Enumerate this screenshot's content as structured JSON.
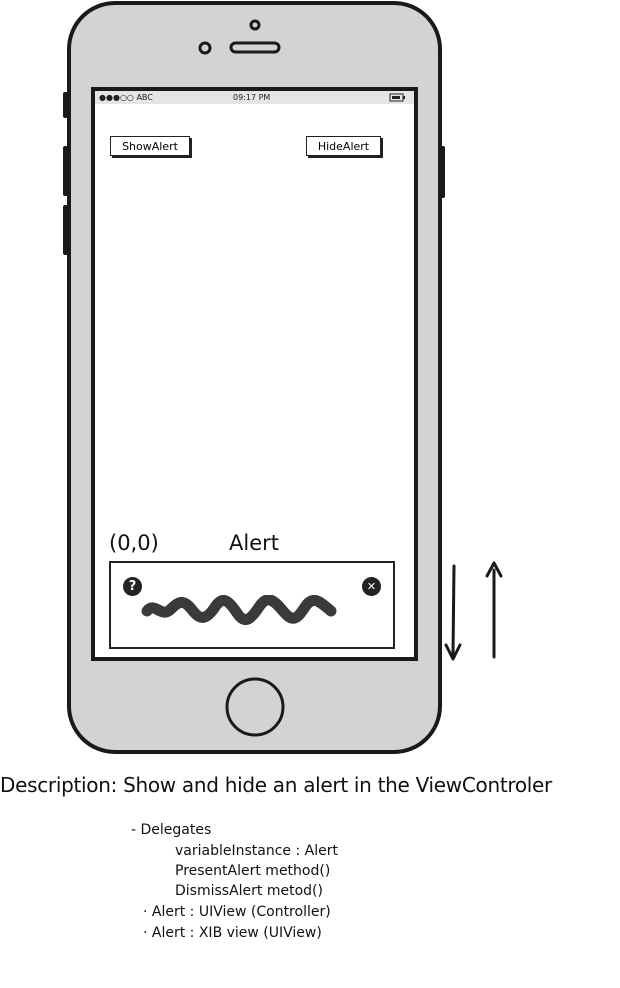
{
  "status_bar": {
    "carrier": "●●●○○ ABC",
    "time": "09:17 PM"
  },
  "toolbar": {
    "show_alert_label": "ShowAlert",
    "hide_alert_label": "HideAlert"
  },
  "alert_area": {
    "origin_label": "(0,0)",
    "title": "Alert",
    "help_glyph": "?",
    "close_glyph": "✕",
    "icons": [
      "help-icon",
      "close-icon",
      "scribble-text"
    ]
  },
  "arrows": [
    "arrow-down-icon",
    "arrow-up-icon"
  ],
  "description": "Description: Show  and hide an alert in the ViewControler",
  "notes": {
    "delegates_heading": "- Delegates",
    "delegate_items": [
      "variableInstance : Alert",
      "PresentAlert method()",
      "DismissAlert metod()"
    ],
    "bullets": [
      "·   Alert : UIView (Controller)",
      "·   Alert : XIB view (UIView)"
    ]
  },
  "colors": {
    "phone_body": "#d3d3d3",
    "outline": "#1a1a1a",
    "screen": "#ffffff",
    "status_bar": "#e5e5e5",
    "scribble": "#3a3a3a"
  }
}
